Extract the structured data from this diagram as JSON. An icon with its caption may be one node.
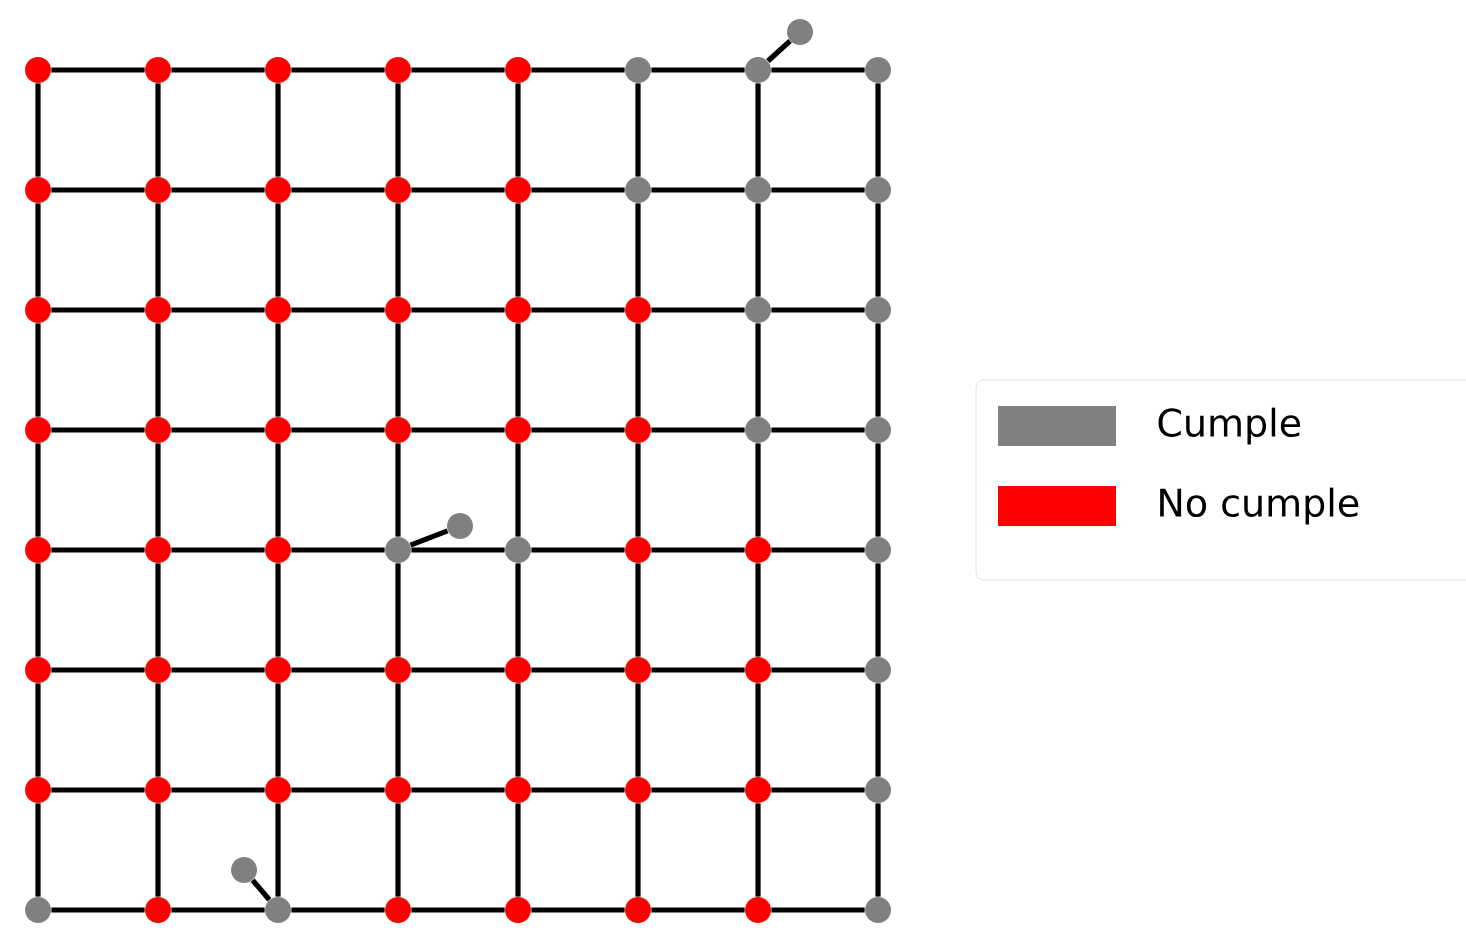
{
  "diagram": {
    "nodes": [
      {
        "text": [],
        "shape": "circle"
      },
      {
        "text": [],
        "shape": "circle"
      },
      {
        "text": [],
        "shape": "circle"
      },
      {
        "text": [],
        "shape": "circle"
      },
      {
        "text": [],
        "shape": "circle"
      },
      {
        "text": [],
        "shape": "circle"
      },
      {
        "text": [],
        "shape": "circle"
      },
      {
        "text": [],
        "shape": "circle"
      },
      {
        "text": [],
        "shape": "circle"
      },
      {
        "text": [],
        "shape": "circle"
      },
      {
        "text": [],
        "shape": "circle"
      },
      {
        "text": [],
        "shape": "circle"
      },
      {
        "text": [],
        "shape": "circle"
      },
      {
        "text": [],
        "shape": "circle"
      },
      {
        "text": [],
        "shape": "circle"
      },
      {
        "text": [],
        "shape": "circle"
      },
      {
        "text": [],
        "shape": "circle"
      },
      {
        "text": [],
        "shape": "circle"
      },
      {
        "text": [],
        "shape": "circle"
      },
      {
        "text": [],
        "shape": "circle"
      },
      {
        "text": [],
        "shape": "circle"
      },
      {
        "text": [],
        "shape": "circle"
      },
      {
        "text": [],
        "shape": "circle"
      },
      {
        "text": [],
        "shape": "circle"
      },
      {
        "text": [],
        "shape": "circle"
      },
      {
        "text": [],
        "shape": "circle"
      },
      {
        "text": [],
        "shape": "circle"
      },
      {
        "text": [],
        "shape": "circle"
      },
      {
        "text": [],
        "shape": "circle"
      },
      {
        "text": [],
        "shape": "circle"
      },
      {
        "text": [],
        "shape": "circle"
      },
      {
        "text": [],
        "shape": "circle"
      },
      {
        "text": [],
        "shape": "circle"
      },
      {
        "text": [],
        "shape": "circle"
      },
      {
        "text": [],
        "shape": "circle"
      },
      {
        "text": [],
        "shape": "circle"
      },
      {
        "text": [],
        "shape": "circle"
      },
      {
        "text": [],
        "shape": "circle"
      },
      {
        "text": [],
        "shape": "circle"
      },
      {
        "text": [],
        "shape": "circle"
      },
      {
        "text": [],
        "shape": "circle"
      },
      {
        "text": [],
        "shape": "circle"
      },
      {
        "text": [],
        "shape": "circle"
      },
      {
        "text": [],
        "shape": "circle"
      },
      {
        "text": [],
        "shape": "circle"
      },
      {
        "text": [],
        "shape": "circle"
      },
      {
        "text": [],
        "shape": "circle"
      },
      {
        "text": [],
        "shape": "circle"
      },
      {
        "text": [],
        "shape": "circle"
      },
      {
        "text": [],
        "shape": "circle"
      },
      {
        "text": [],
        "shape": "circle"
      },
      {
        "text": [],
        "shape": "circle"
      },
      {
        "text": [],
        "shape": "circle"
      },
      {
        "text": [],
        "shape": "circle"
      },
      {
        "text": [],
        "shape": "circle"
      },
      {
        "text": [],
        "shape": "circle"
      },
      {
        "text": [],
        "shape": "circle"
      },
      {
        "text": [],
        "shape": "circle"
      },
      {
        "text": [],
        "shape": "circle"
      },
      {
        "text": [],
        "shape": "circle"
      },
      {
        "text": [],
        "shape": "circle"
      },
      {
        "text": [],
        "shape": "circle"
      },
      {
        "text": [],
        "shape": "circle"
      },
      {
        "text": [],
        "shape": "circle"
      },
      {
        "text": [],
        "shape": "circle"
      },
      {
        "text": [],
        "shape": "circle"
      },
      {
        "text": [],
        "shape": "circle"
      }
    ],
    "edges": [
      {
        "from": 0,
        "to": 1,
        "arrow": "none"
      },
      {
        "from": 1,
        "to": 2,
        "arrow": "none"
      },
      {
        "from": 2,
        "to": 3,
        "arrow": "none"
      },
      {
        "from": 3,
        "to": 4,
        "arrow": "none"
      },
      {
        "from": 4,
        "to": 5,
        "arrow": "none"
      },
      {
        "from": 5,
        "to": 6,
        "arrow": "none"
      },
      {
        "from": 6,
        "to": 7,
        "arrow": "none"
      },
      {
        "from": 0,
        "to": 8,
        "arrow": "none"
      },
      {
        "from": 1,
        "to": 9,
        "arrow": "none"
      },
      {
        "from": 2,
        "to": 10,
        "arrow": "none"
      },
      {
        "from": 3,
        "to": 11,
        "arrow": "none"
      },
      {
        "from": 4,
        "to": 12,
        "arrow": "none"
      },
      {
        "from": 5,
        "to": 13,
        "arrow": "none"
      },
      {
        "from": 6,
        "to": 14,
        "arrow": "none"
      },
      {
        "from": 7,
        "to": 15,
        "arrow": "none"
      },
      {
        "from": 8,
        "to": 9,
        "arrow": "none"
      },
      {
        "from": 9,
        "to": 10,
        "arrow": "none"
      },
      {
        "from": 10,
        "to": 11,
        "arrow": "none"
      },
      {
        "from": 11,
        "to": 12,
        "arrow": "none"
      },
      {
        "from": 12,
        "to": 13,
        "arrow": "none"
      },
      {
        "from": 13,
        "to": 14,
        "arrow": "none"
      },
      {
        "from": 14,
        "to": 15,
        "arrow": "none"
      },
      {
        "from": 8,
        "to": 16,
        "arrow": "none"
      },
      {
        "from": 9,
        "to": 17,
        "arrow": "none"
      },
      {
        "from": 10,
        "to": 18,
        "arrow": "none"
      },
      {
        "from": 11,
        "to": 19,
        "arrow": "none"
      },
      {
        "from": 12,
        "to": 20,
        "arrow": "none"
      },
      {
        "from": 13,
        "to": 21,
        "arrow": "none"
      },
      {
        "from": 14,
        "to": 22,
        "arrow": "none"
      },
      {
        "from": 15,
        "to": 23,
        "arrow": "none"
      },
      {
        "from": 16,
        "to": 17,
        "arrow": "none"
      },
      {
        "from": 17,
        "to": 18,
        "arrow": "none"
      },
      {
        "from": 18,
        "to": 19,
        "arrow": "none"
      },
      {
        "from": 19,
        "to": 20,
        "arrow": "none"
      },
      {
        "from": 20,
        "to": 21,
        "arrow": "none"
      },
      {
        "from": 21,
        "to": 22,
        "arrow": "none"
      },
      {
        "from": 22,
        "to": 23,
        "arrow": "none"
      },
      {
        "from": 16,
        "to": 24,
        "arrow": "none"
      },
      {
        "from": 17,
        "to": 25,
        "arrow": "none"
      },
      {
        "from": 18,
        "to": 26,
        "arrow": "none"
      },
      {
        "from": 19,
        "to": 27,
        "arrow": "none"
      },
      {
        "from": 20,
        "to": 28,
        "arrow": "none"
      },
      {
        "from": 21,
        "to": 29,
        "arrow": "none"
      },
      {
        "from": 22,
        "to": 30,
        "arrow": "none"
      },
      {
        "from": 23,
        "to": 31,
        "arrow": "none"
      },
      {
        "from": 24,
        "to": 25,
        "arrow": "none"
      },
      {
        "from": 25,
        "to": 26,
        "arrow": "none"
      },
      {
        "from": 26,
        "to": 27,
        "arrow": "none"
      },
      {
        "from": 27,
        "to": 28,
        "arrow": "none"
      },
      {
        "from": 28,
        "to": 29,
        "arrow": "none"
      },
      {
        "from": 29,
        "to": 30,
        "arrow": "none"
      },
      {
        "from": 30,
        "to": 31,
        "arrow": "none"
      },
      {
        "from": 24,
        "to": 32,
        "arrow": "none"
      },
      {
        "from": 25,
        "to": 33,
        "arrow": "none"
      },
      {
        "from": 26,
        "to": 34,
        "arrow": "none"
      },
      {
        "from": 27,
        "to": 35,
        "arrow": "none"
      },
      {
        "from": 28,
        "to": 36,
        "arrow": "none"
      },
      {
        "from": 29,
        "to": 37,
        "arrow": "none"
      },
      {
        "from": 30,
        "to": 38,
        "arrow": "none"
      },
      {
        "from": 31,
        "to": 39,
        "arrow": "none"
      },
      {
        "from": 32,
        "to": 33,
        "arrow": "none"
      },
      {
        "from": 33,
        "to": 34,
        "arrow": "none"
      },
      {
        "from": 34,
        "to": 35,
        "arrow": "none"
      },
      {
        "from": 35,
        "to": 36,
        "arrow": "none"
      },
      {
        "from": 36,
        "to": 37,
        "arrow": "none"
      },
      {
        "from": 37,
        "to": 38,
        "arrow": "none"
      },
      {
        "from": 38,
        "to": 39,
        "arrow": "none"
      },
      {
        "from": 32,
        "to": 40,
        "arrow": "none"
      },
      {
        "from": 33,
        "to": 41,
        "arrow": "none"
      },
      {
        "from": 34,
        "to": 42,
        "arrow": "none"
      },
      {
        "from": 35,
        "to": 43,
        "arrow": "none"
      },
      {
        "from": 36,
        "to": 44,
        "arrow": "none"
      },
      {
        "from": 37,
        "to": 45,
        "arrow": "none"
      },
      {
        "from": 38,
        "to": 46,
        "arrow": "none"
      },
      {
        "from": 39,
        "to": 47,
        "arrow": "none"
      },
      {
        "from": 40,
        "to": 41,
        "arrow": "none"
      },
      {
        "from": 41,
        "to": 42,
        "arrow": "none"
      },
      {
        "from": 42,
        "to": 43,
        "arrow": "none"
      },
      {
        "from": 43,
        "to": 44,
        "arrow": "none"
      },
      {
        "from": 44,
        "to": 45,
        "arrow": "none"
      },
      {
        "from": 45,
        "to": 46,
        "arrow": "none"
      },
      {
        "from": 46,
        "to": 47,
        "arrow": "none"
      },
      {
        "from": 40,
        "to": 48,
        "arrow": "none"
      },
      {
        "from": 41,
        "to": 49,
        "arrow": "none"
      },
      {
        "from": 42,
        "to": 50,
        "arrow": "none"
      },
      {
        "from": 43,
        "to": 51,
        "arrow": "none"
      },
      {
        "from": 44,
        "to": 52,
        "arrow": "none"
      },
      {
        "from": 45,
        "to": 53,
        "arrow": "none"
      },
      {
        "from": 46,
        "to": 54,
        "arrow": "none"
      },
      {
        "from": 47,
        "to": 55,
        "arrow": "none"
      },
      {
        "from": 48,
        "to": 49,
        "arrow": "none"
      },
      {
        "from": 49,
        "to": 50,
        "arrow": "none"
      },
      {
        "from": 50,
        "to": 51,
        "arrow": "none"
      },
      {
        "from": 51,
        "to": 52,
        "arrow": "none"
      },
      {
        "from": 52,
        "to": 53,
        "arrow": "none"
      },
      {
        "from": 53,
        "to": 54,
        "arrow": "none"
      },
      {
        "from": 54,
        "to": 55,
        "arrow": "none"
      },
      {
        "from": 48,
        "to": 56,
        "arrow": "none"
      },
      {
        "from": 49,
        "to": 57,
        "arrow": "none"
      },
      {
        "from": 50,
        "to": 58,
        "arrow": "none"
      },
      {
        "from": 51,
        "to": 59,
        "arrow": "none"
      },
      {
        "from": 52,
        "to": 60,
        "arrow": "none"
      },
      {
        "from": 53,
        "to": 61,
        "arrow": "none"
      },
      {
        "from": 54,
        "to": 62,
        "arrow": "none"
      },
      {
        "from": 55,
        "to": 63,
        "arrow": "none"
      },
      {
        "from": 56,
        "to": 57,
        "arrow": "none"
      },
      {
        "from": 57,
        "to": 58,
        "arrow": "none"
      },
      {
        "from": 58,
        "to": 59,
        "arrow": "none"
      },
      {
        "from": 59,
        "to": 60,
        "arrow": "none"
      },
      {
        "from": 60,
        "to": 61,
        "arrow": "none"
      },
      {
        "from": 61,
        "to": 62,
        "arrow": "none"
      },
      {
        "from": 62,
        "to": 63,
        "arrow": "none"
      },
      {
        "from": 6,
        "to": 64,
        "arrow": "none"
      },
      {
        "from": 35,
        "to": 65,
        "arrow": "none"
      },
      {
        "from": 58,
        "to": 66,
        "arrow": "none"
      }
    ],
    "legend": [
      {
        "text": "Cumple",
        "color": "#808080"
      },
      {
        "text": "No cumple",
        "color": "#ff0000"
      }
    ]
  }
}
